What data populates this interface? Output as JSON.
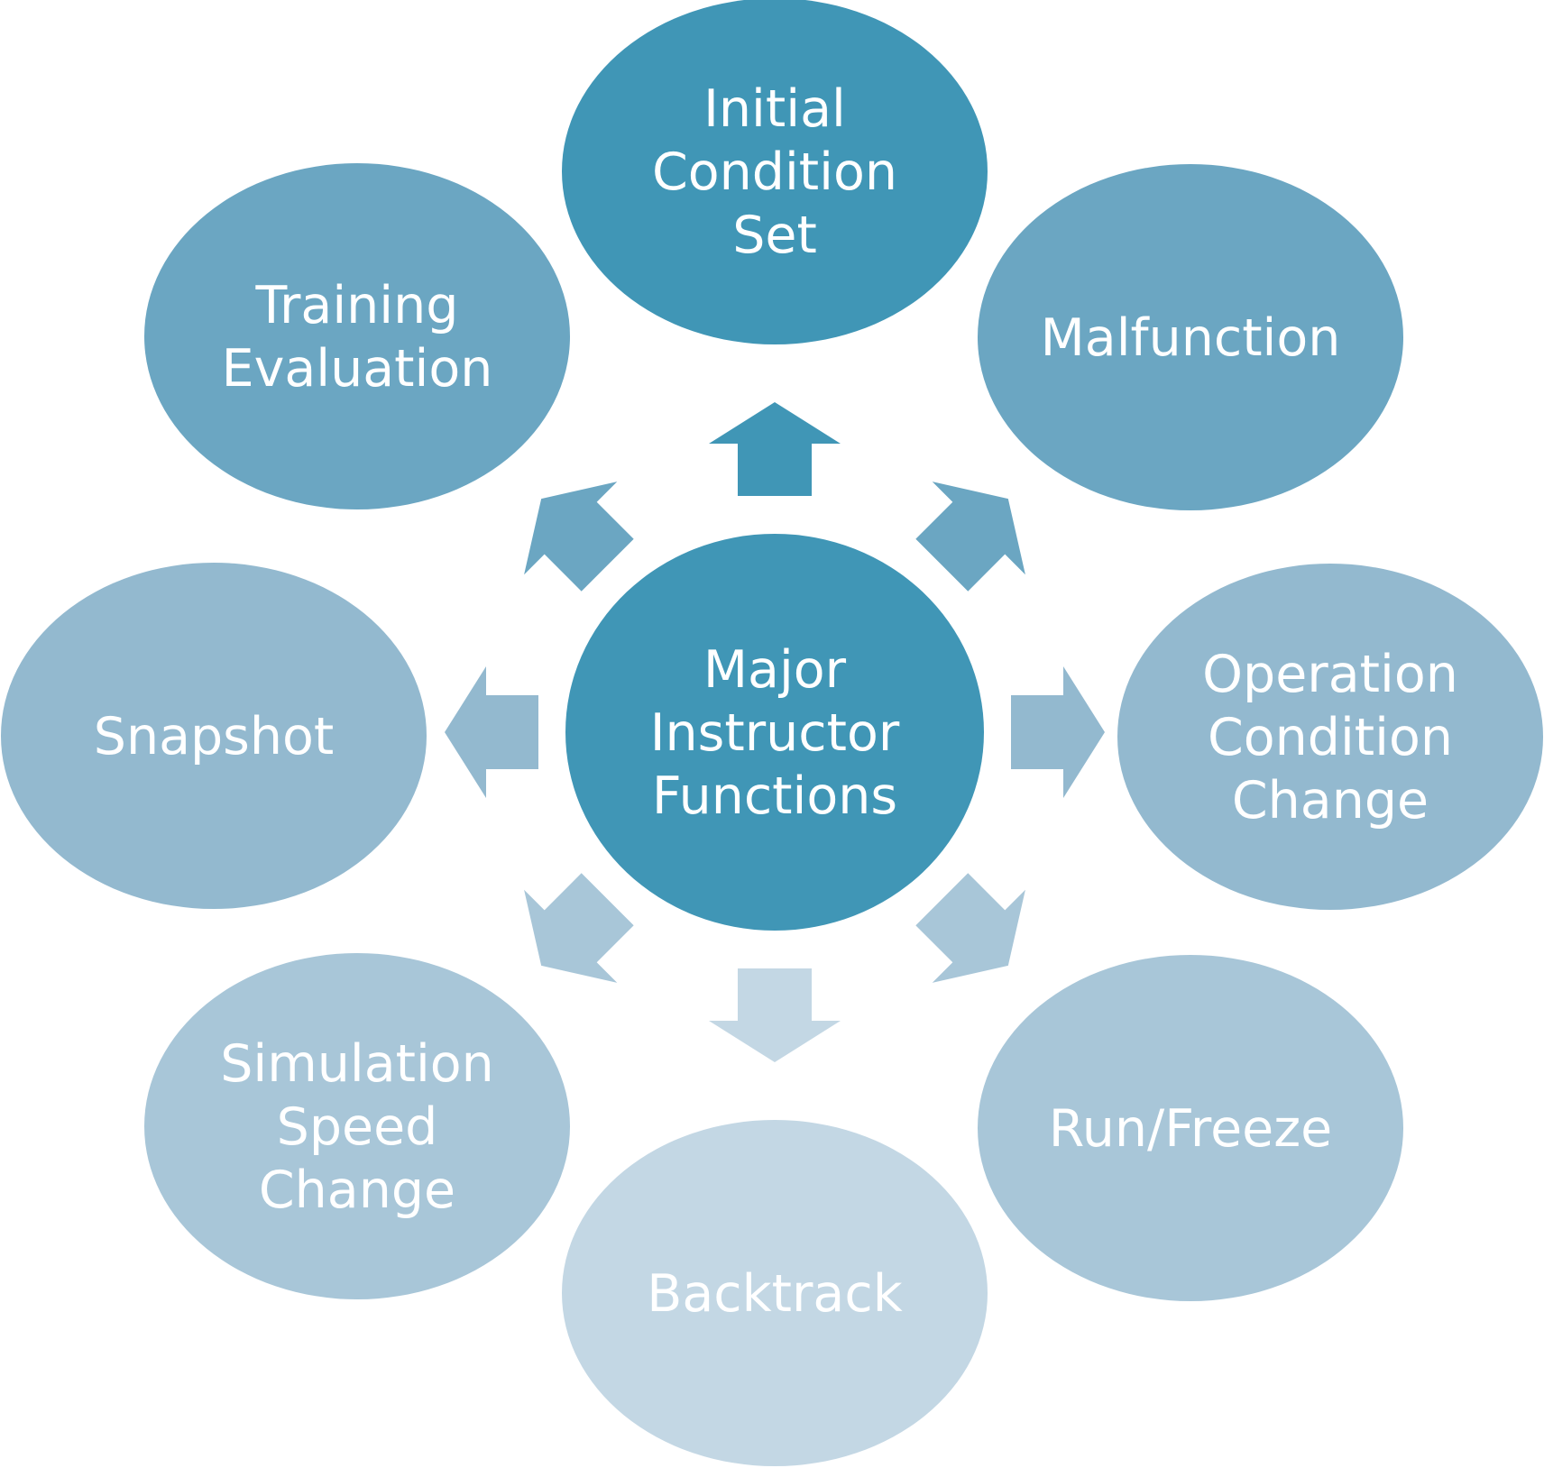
{
  "center": {
    "lines": [
      "Major",
      "Instructor",
      "Functions"
    ],
    "color": "#4096b6"
  },
  "nodes": [
    {
      "id": "initial-condition-set",
      "lines": [
        "Initial",
        "Condition",
        "Set"
      ],
      "color": "#4096b6",
      "arrow_color": "#4096b6"
    },
    {
      "id": "malfunction",
      "lines": [
        "Malfunction"
      ],
      "color": "#6ba6c2",
      "arrow_color": "#6ba6c2"
    },
    {
      "id": "operation-condition-change",
      "lines": [
        "Operation",
        "Condition",
        "Change"
      ],
      "color": "#93b9cf",
      "arrow_color": "#93b9cf"
    },
    {
      "id": "run-freeze",
      "lines": [
        "Run/Freeze"
      ],
      "color": "#a8c6d8",
      "arrow_color": "#a8c6d8"
    },
    {
      "id": "backtrack",
      "lines": [
        "Backtrack"
      ],
      "color": "#c3d7e4",
      "arrow_color": "#c3d7e4"
    },
    {
      "id": "simulation-speed-change",
      "lines": [
        "Simulation",
        "Speed",
        "Change"
      ],
      "color": "#a8c6d8",
      "arrow_color": "#a8c6d8"
    },
    {
      "id": "snapshot",
      "lines": [
        "Snapshot"
      ],
      "color": "#93b9cf",
      "arrow_color": "#93b9cf"
    },
    {
      "id": "training-evaluation",
      "lines": [
        "Training",
        "Evaluation"
      ],
      "color": "#6ba6c2",
      "arrow_color": "#6ba6c2"
    }
  ]
}
